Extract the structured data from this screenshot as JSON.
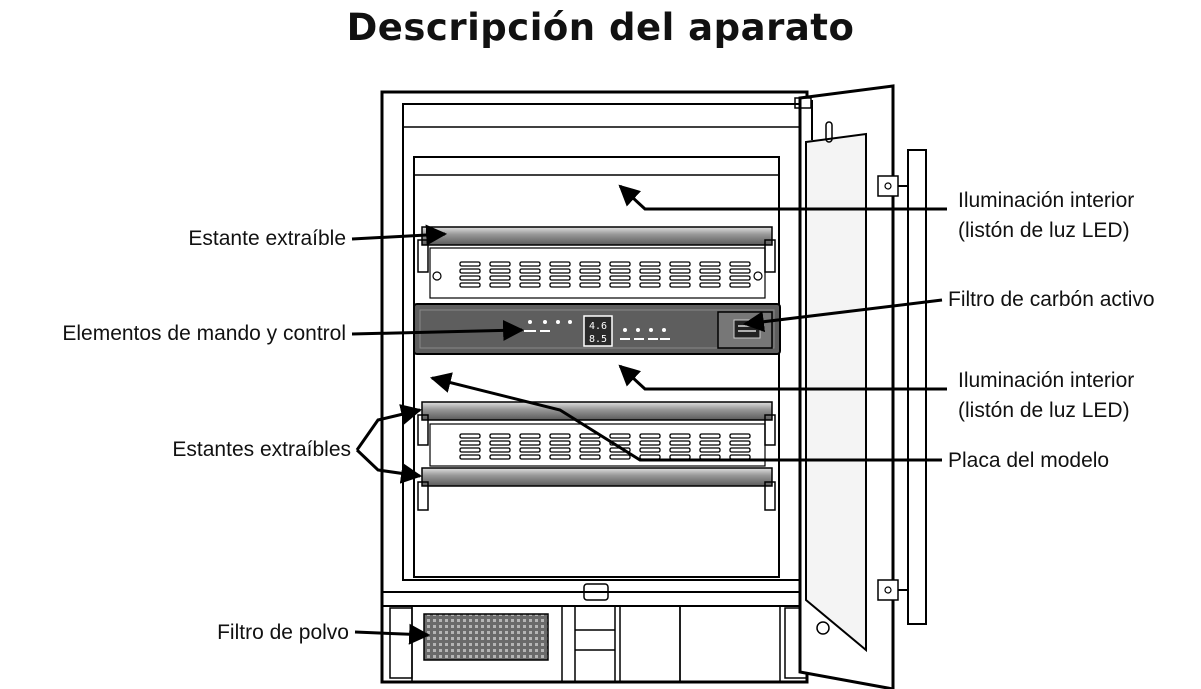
{
  "title": "Descripción del aparato",
  "labels": {
    "estante": "Estante extraíble",
    "elementos": "Elementos de mando y control",
    "estantes": "Estantes extraíbles",
    "polvo": "Filtro de polvo",
    "ilum_top_1": "Iluminación interior",
    "ilum_top_2": "(listón de luz LED)",
    "carbon": "Filtro de carbón activo",
    "ilum_mid_1": "Iluminación interior",
    "ilum_mid_2": "(listón de luz LED)",
    "placa": "Placa del modelo"
  },
  "display": {
    "line1": "4.6",
    "line2": "8.5"
  }
}
